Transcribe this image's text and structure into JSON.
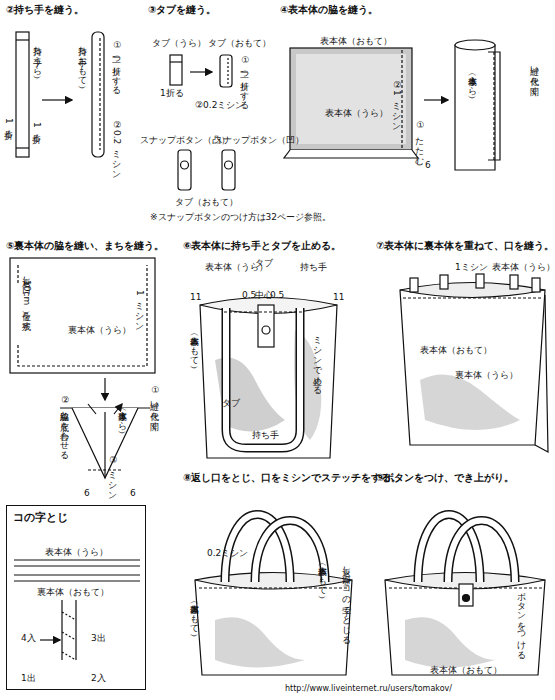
{
  "diagram": {
    "nodes": [
      {
        "text": [
          "コの字とじ",
          "表本体（うら）",
          "裏本体（おもて）",
          "4入",
          "3出",
          "1出",
          "2入"
        ]
      }
    ],
    "labels": [
      "②持ち手を縫う。",
      "③タブを縫う。",
      "④表本体の脇を縫う。",
      "⑤裏本体の脇を縫い、まちを縫う。",
      "⑥表本体に持ち手とタブを止める。",
      "⑦表本体に裏本体を重ねて、口を縫う。",
      "⑧返し口をとじ、口をミシンでステッチをする。",
      "⑨ボタンをつけ、でき上がり。",
      "持ち手（うら）",
      "持ち手（おもて）",
      "①二つ折りする",
      "1折る",
      "1折る",
      "②0.2ミシン",
      "タブ（うら）",
      "1折る",
      "タブ（おもて）",
      "①二つ折りする",
      "②0.2ミシン",
      "スナップボタン（凸）",
      "スナップボタン（凹）",
      "タブ（おもて）",
      "※スナップボタンのつけ方は32ページ参照。",
      "表本体（おもて）",
      "表本体（うら）",
      "②1ミシン",
      "①たたむ",
      "6",
      "表本体（うら）",
      "縫い代を開く",
      "返し口（10cm位）を残す",
      "裏本体（うら）",
      "1ミシン",
      "①縫い代を開く",
      "裏本体（うら）",
      "②脇線と底を合わせる",
      "③ミシン",
      "6",
      "6",
      "表本体（うら）",
      "タブ",
      "持ち手",
      "0.5",
      "中心",
      "0.5",
      "11",
      "11",
      "表本体（おもて）",
      "ミシンで止める",
      "タブ",
      "持ち手",
      "1ミシン",
      "表本体（うら）",
      "表本体（おもて）",
      "裏本体（うら）",
      "0.2ミシン",
      "表本体（おもて）",
      "裏本体（おもて）",
      "返し口をコの字でとじる",
      "ボタンをつける",
      "表本体（おもて）",
      "http://www.liveinternet.ru/users/tomakov/"
    ]
  }
}
